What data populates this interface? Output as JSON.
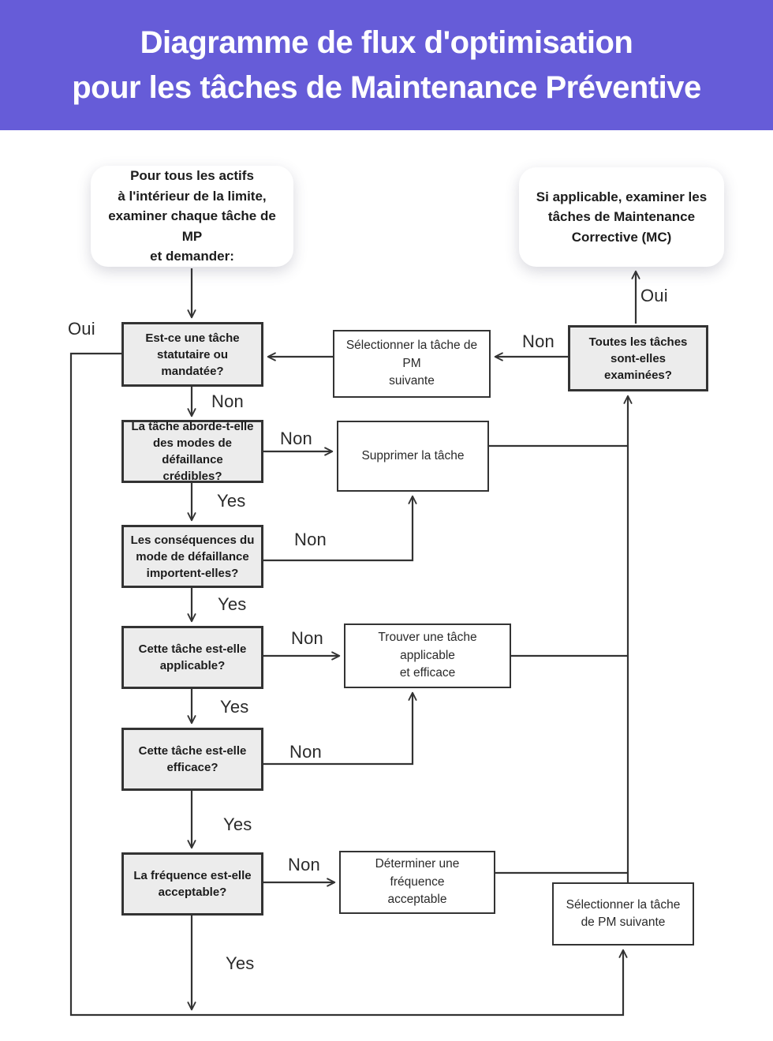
{
  "title": "Diagramme de flux d'optimisation\npour les tâches de Maintenance Préventive",
  "colors": {
    "header_bg": "#665CD8",
    "title_text": "#FFFFFF",
    "decision_fill": "#ECECEC",
    "action_fill": "#FFFFFF",
    "border": "#333333",
    "connector": "#333333",
    "label_text": "#2B2B2B",
    "page_bg": "#FFFFFF"
  },
  "nodes": {
    "start": {
      "text": "Pour tous les actifs\nà l'intérieur de la limite,\nexaminer chaque tâche de MP\net demander:"
    },
    "review_cm": {
      "text": "Si applicable, examiner les\ntâches de Maintenance\nCorrective (MC)"
    },
    "statutory": {
      "text": "Est-ce une tâche\nstatutaire ou mandatée?"
    },
    "select_next_top": {
      "text": "Sélectionner la tâche de PM\nsuivante"
    },
    "all_examined": {
      "text": "Toutes les tâches\nsont-elles\nexaminées?"
    },
    "credible_modes": {
      "text": "La tâche aborde-t-elle\ndes modes de défaillance\ncrédibles?"
    },
    "delete_task": {
      "text": "Supprimer la tâche"
    },
    "consequences": {
      "text": "Les conséquences du\nmode de défaillance\nimportent-elles?"
    },
    "applicable": {
      "text": "Cette tâche est-elle\napplicable?"
    },
    "find_task": {
      "text": "Trouver une tâche applicable\net efficace"
    },
    "effective": {
      "text": "Cette tâche est-elle\nefficace?"
    },
    "frequency": {
      "text": "La fréquence est-elle\nacceptable?"
    },
    "determine_frequency": {
      "text": "Déterminer une fréquence\nacceptable"
    },
    "select_next_bottom": {
      "text": "Sélectionner la tâche\nde PM suivante"
    }
  },
  "labels": {
    "oui": "Oui",
    "non": "Non",
    "yes": "Yes"
  }
}
